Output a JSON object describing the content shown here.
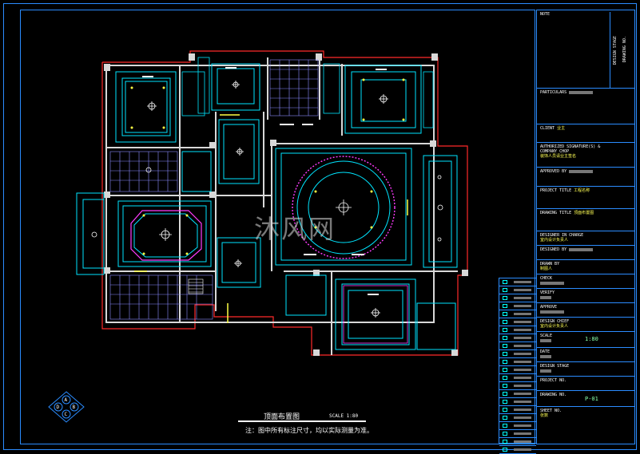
{
  "titleblock": {
    "note_label": "NOTE",
    "particulars_label": "PARTICULARS",
    "client_label": "CLIENT",
    "client_value": "业主",
    "authorized_label": "AUTHORIZED SIGNATURE(S) &",
    "company_label": "COMPANY CHOP",
    "company_value": "装饰人员请业主签名",
    "approved_label": "APPROVED BY",
    "project_label": "PROJECT TITLE",
    "project_value": "工程名称",
    "drawing_label": "DRAWING TITLE",
    "drawing_value": "顶面布置图",
    "designer_label": "DESIGNER IN CHARGE",
    "designer_value": "室内设计负责人",
    "designed_label": "DESIGNED BY",
    "drawn_label": "DRAWN BY",
    "drawn_value": "制图人",
    "check_label": "CHECK",
    "verify_label": "VERIFY",
    "approve_label": "APPROVE",
    "chief_label": "DESIGN CHIEF",
    "chief_value": "室内设计负责人",
    "scale_label": "SCALE",
    "scale_value": "1:80",
    "date_label": "DATE",
    "stage_label": "DESIGN STAGE",
    "projno_label": "PROJECT NO.",
    "drawno_label": "DRAWING NO.",
    "drawno_value": "P-01",
    "sheetno_label": "SHEET NO.",
    "sheetno_value": "张数",
    "vertical_1": "DESIGN STAGE",
    "vertical_2": "DRAWING NO."
  },
  "plan": {
    "title": "顶面布置图",
    "scale": "SCALE 1:80",
    "note": "注：图中所有标注尺寸，均以实际测量为准。"
  },
  "watermark": "沐风网",
  "compass": {
    "a": "A",
    "b": "B",
    "c": "C",
    "d": "D"
  },
  "colors": {
    "frame": "#2b8cff",
    "wall": "#ff2a2a",
    "ceiling": "#00e5ff",
    "accent": "#ff3cff",
    "lamp": "#ffff44"
  }
}
